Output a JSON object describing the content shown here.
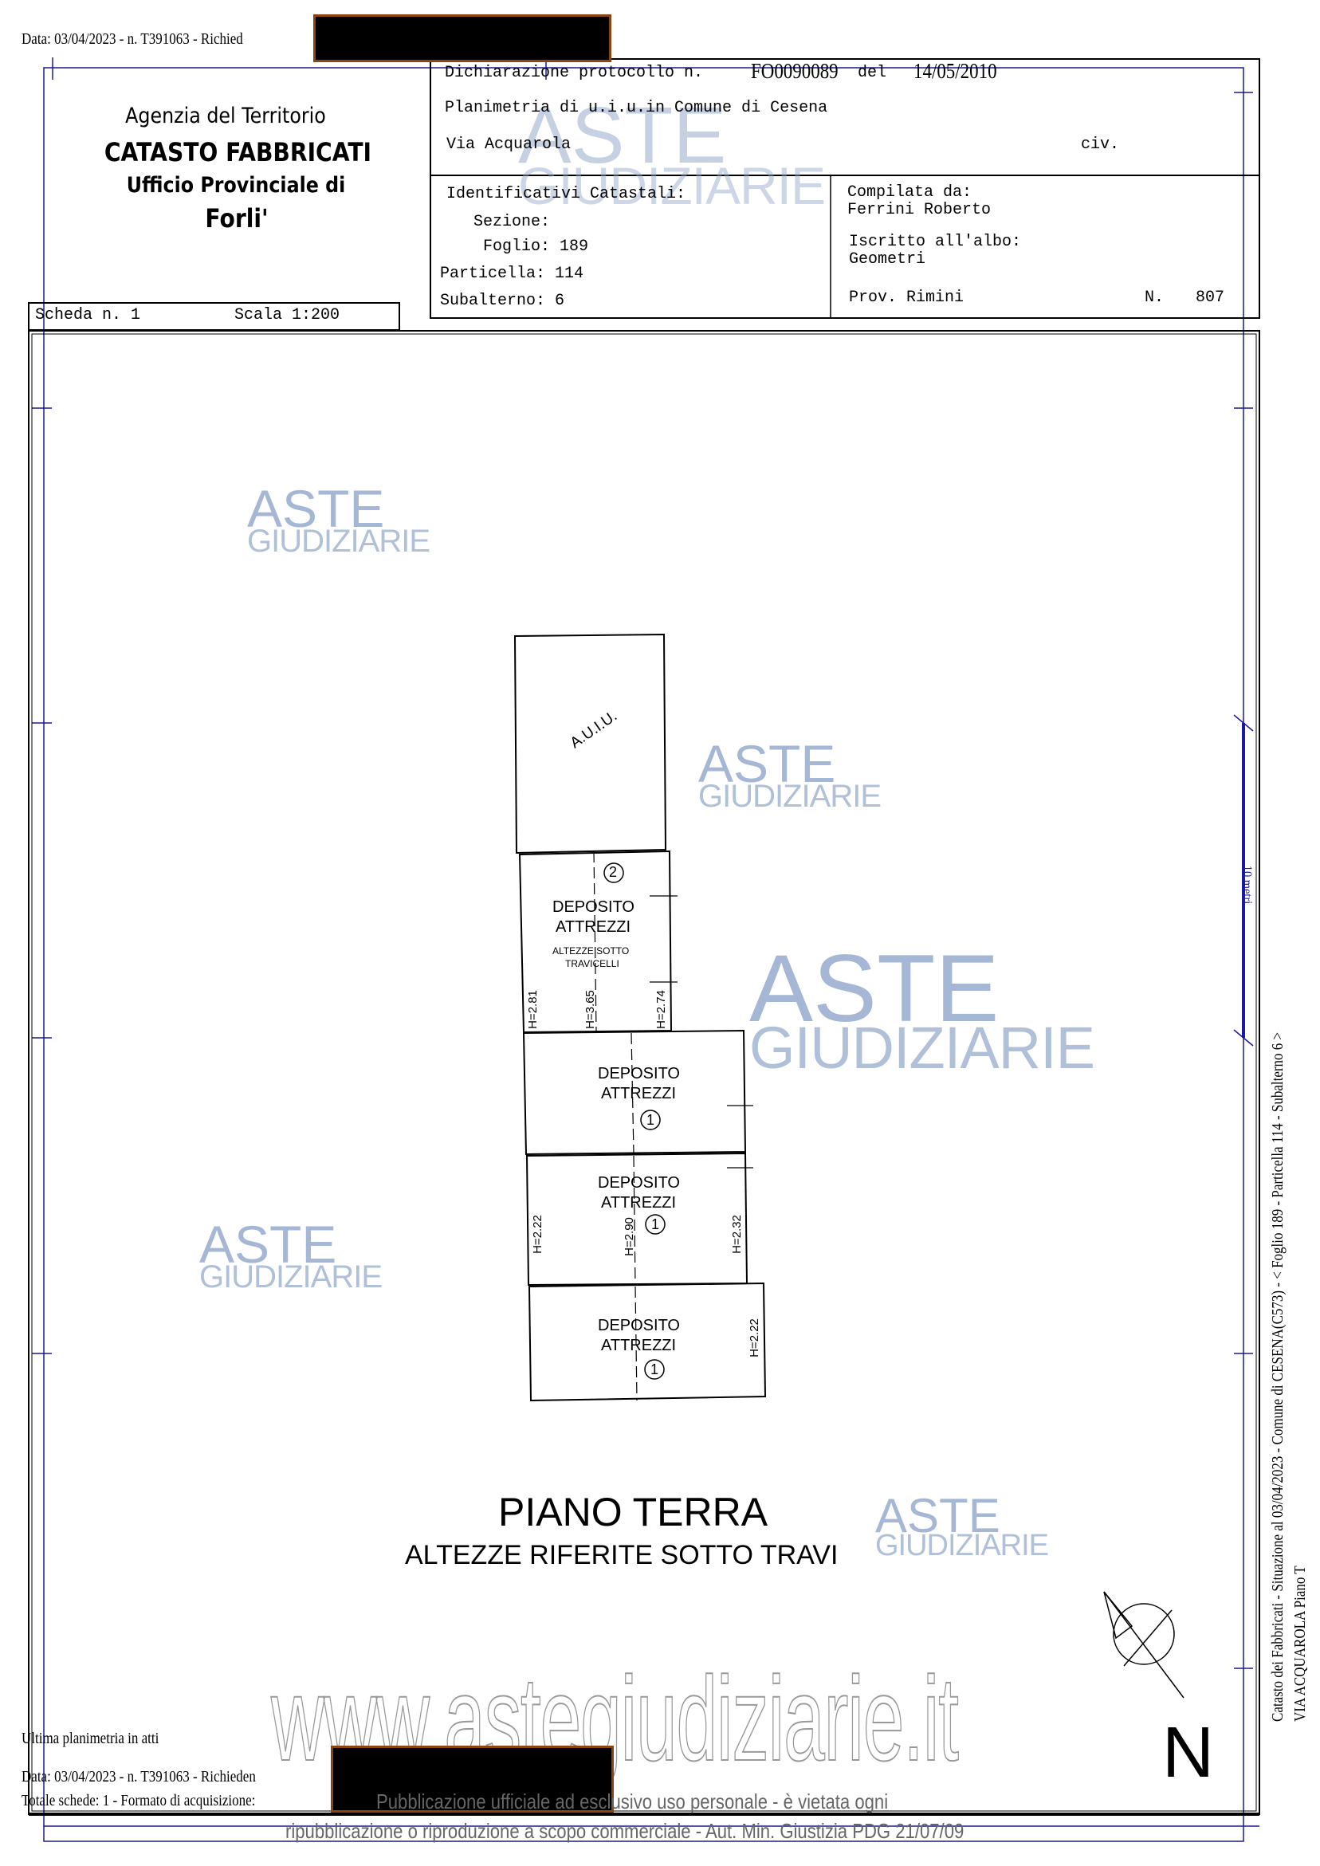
{
  "top_line": {
    "text": "Data: 03/04/2023 - n. T391063 - Richied"
  },
  "header_left": {
    "agency": "Agenzia del Territorio",
    "registry": "CATASTO FABBRICATI",
    "office": "Ufficio Provinciale di",
    "city": "Forli'"
  },
  "scheda": {
    "label": "Scheda n. 1",
    "scale": "Scala 1:200"
  },
  "declaration": {
    "prefix": "Dichiarazione protocollo n.",
    "protocol": "FO0090089",
    "del": "del",
    "date": "14/05/2010",
    "plan_line": "Planimetria di u.i.u.in Comune di Cesena",
    "street": "Via Acquarola",
    "civ": "civ."
  },
  "identifiers": {
    "title": "Identificativi Catastali:",
    "sezione": "Sezione:",
    "foglio": "Foglio: 189",
    "particella": "Particella: 114",
    "subalterno": "Subalterno: 6"
  },
  "compiler": {
    "title": "Compilata da:",
    "name": "Ferrini Roberto",
    "albo_title": "Iscritto all'albo:",
    "albo": "Geometri",
    "prov": "Prov. Rimini",
    "n_label": "N.",
    "n_value": "807"
  },
  "plan": {
    "auiu": "A.U.I.U.",
    "rooms": [
      {
        "name": "DEPOSITO",
        "name2": "ATTREZZI",
        "badge": "2",
        "note": "ALTEZZE SOTTO",
        "note2": "TRAVICELLI",
        "heights": [
          "H=2.81",
          "H=3.65",
          "H=2.74"
        ]
      },
      {
        "name": "DEPOSITO",
        "name2": "ATTREZZI",
        "badge": "1"
      },
      {
        "name": "DEPOSITO",
        "name2": "ATTREZZI",
        "badge": "1",
        "heights": [
          "H=2.22",
          "H=2.90",
          "H=2.32"
        ]
      },
      {
        "name": "DEPOSITO",
        "name2": "ATTREZZI",
        "badge": "1",
        "heights": [
          "H=2.22"
        ]
      }
    ],
    "title": "PIANO TERRA",
    "subtitle": "ALTEZZE RIFERITE SOTTO TRAVI",
    "north": "N",
    "scale_bar": "10 metri"
  },
  "side_text": {
    "line1": "Catasto dei Fabbricati - Situazione al 03/04/2023 - Comune di CESENA(C573) - < Foglio 189 - Particella 114 - Subalterno 6 >",
    "line2": "VIA ACQUAROLA Piano T"
  },
  "footer": {
    "last": "Ultima planimetria in atti",
    "data": "Data: 03/04/2023 - n. T391063 - Richieden",
    "totale": "Totale schede: 1 - Formato di acquisizione:",
    "notice1": "Pubblicazione ufficiale ad esclusivo uso personale - è vietata ogni",
    "notice2": "ripubblicazione o riproduzione a scopo commerciale - Aut. Min. Giustizia PDG 21/07/09"
  },
  "watermark": {
    "line1": "ASTE",
    "line2": "GIUDIZIARIE",
    "url": "www.astegiudiziarie.it"
  },
  "colors": {
    "frame_blue": "#1a1a8c",
    "watermark_blue": "#7f9ac2",
    "redaction_border": "#8b4513"
  }
}
